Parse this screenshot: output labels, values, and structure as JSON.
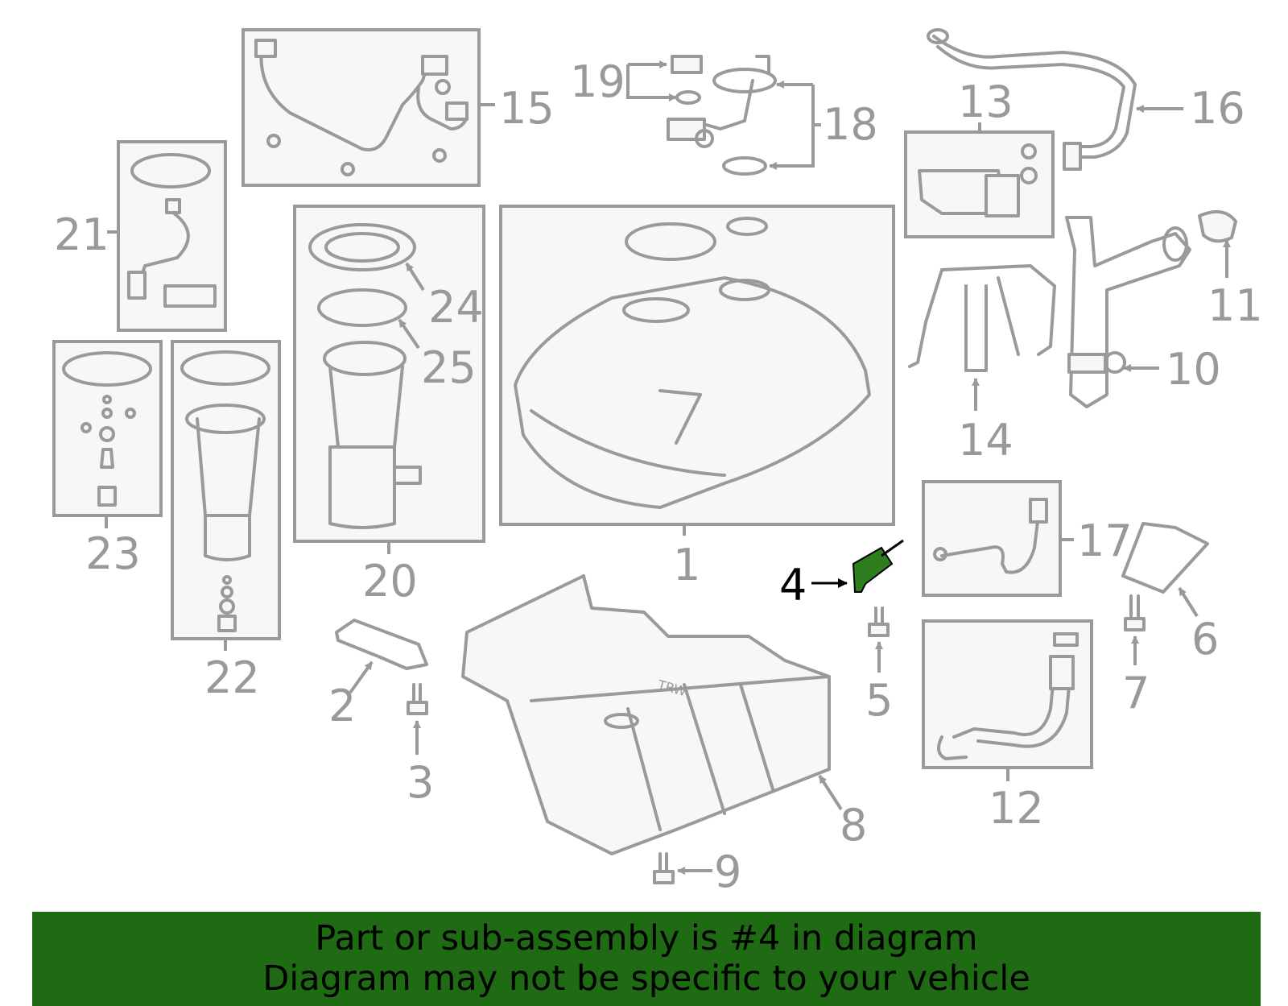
{
  "diagram": {
    "labels": {
      "l1": "1",
      "l2": "2",
      "l3": "3",
      "l4": "4",
      "l5": "5",
      "l6": "6",
      "l7": "7",
      "l8": "8",
      "l9": "9",
      "l10": "10",
      "l11": "11",
      "l12": "12",
      "l13": "13",
      "l14": "14",
      "l15": "15",
      "l16": "16",
      "l17": "17",
      "l18": "18",
      "l19": "19",
      "l20": "20",
      "l21": "21",
      "l22": "22",
      "l23": "23",
      "l24": "24",
      "l25": "25"
    },
    "shield_marking": "TRW",
    "highlighted_part": "4",
    "highlight_color": "#2e7d1f"
  },
  "banner": {
    "line1": "Part or sub-assembly is #4 in diagram",
    "line2": "Diagram may not be specific to your vehicle",
    "background": "#1e6b13"
  }
}
